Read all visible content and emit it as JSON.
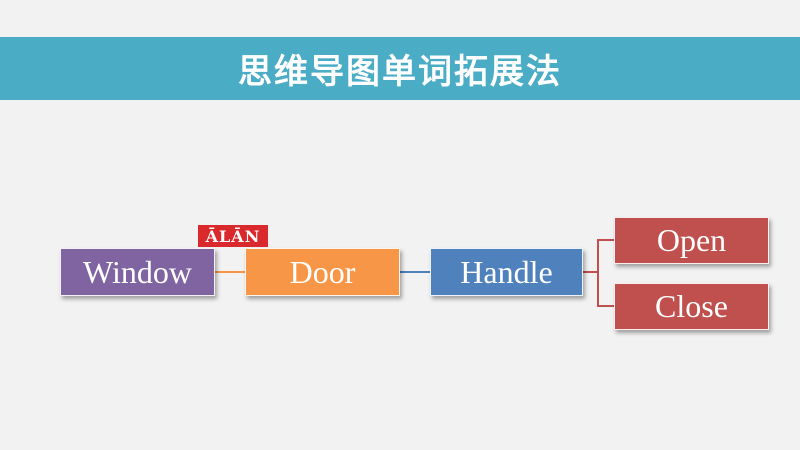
{
  "header": {
    "title": "思维导图单词拓展法"
  },
  "badge": {
    "text": "ĀLĀN"
  },
  "diagram": {
    "nodes": [
      {
        "id": "window",
        "label": "Window",
        "color": "#8064a2"
      },
      {
        "id": "door",
        "label": "Door",
        "color": "#f79646"
      },
      {
        "id": "handle",
        "label": "Handle",
        "color": "#4f81bd"
      },
      {
        "id": "open",
        "label": "Open",
        "color": "#c0504d"
      },
      {
        "id": "close",
        "label": "Close",
        "color": "#c0504d"
      }
    ],
    "edges": [
      {
        "from": "window",
        "to": "door",
        "color": "#f79646"
      },
      {
        "from": "door",
        "to": "handle",
        "color": "#4f81bd"
      },
      {
        "from": "handle",
        "to": "open",
        "color": "#c0504d"
      },
      {
        "from": "handle",
        "to": "close",
        "color": "#c0504d"
      }
    ]
  }
}
